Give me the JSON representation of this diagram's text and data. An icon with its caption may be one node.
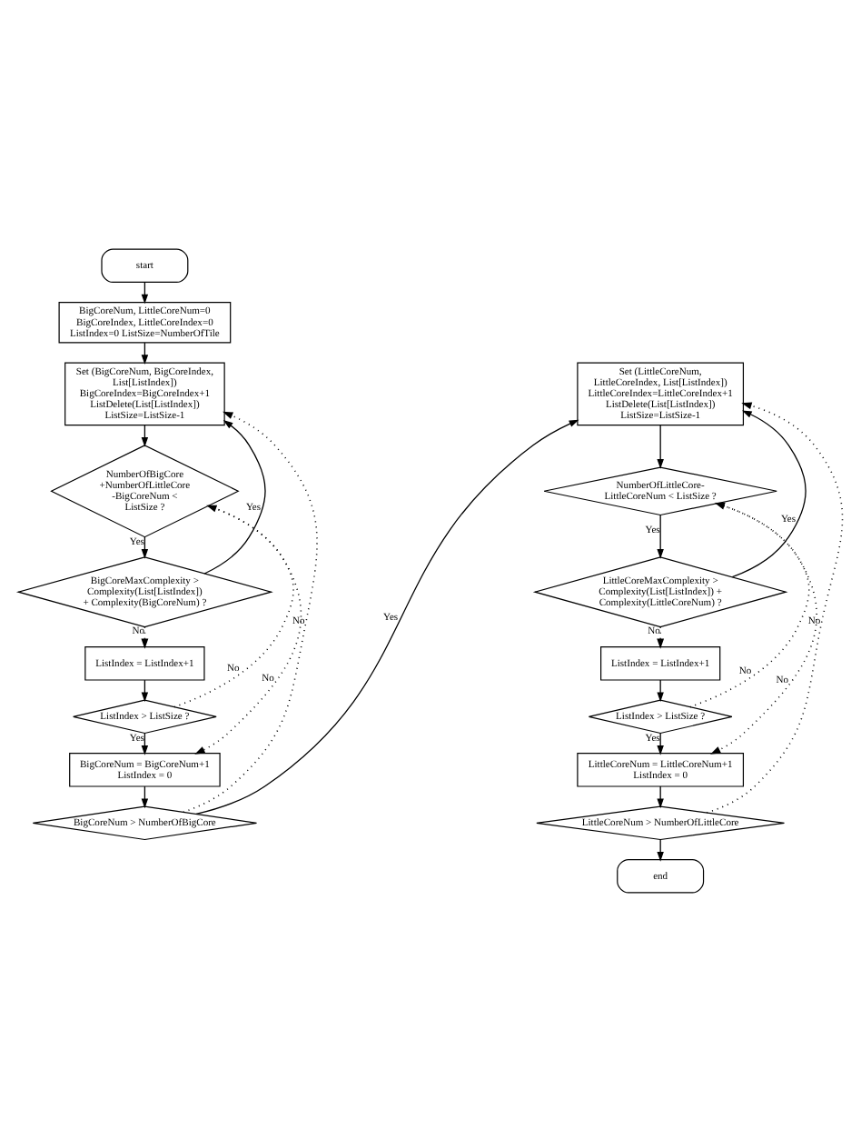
{
  "diagram": {
    "nodes": [
      {
        "text": [
          "start"
        ]
      },
      {
        "text": [
          "BigCoreNum, LittleCoreNum=0 BigCoreIndex, LittleCoreIndex=0 ListIndex=0 ListSize=NumberOfTile"
        ]
      },
      {
        "text": [
          "Set (BigCoreNum, BigCoreIndex, List[ListIndex]) BigCoreIndex=BigCoreIndex+1 ListDelete(List[ListIndex]) ListSize=ListSize-1"
        ]
      },
      {
        "text": [
          "NumberOfBigCore +NumberOfLittleCore -BigCoreNum < ListSize ?"
        ]
      },
      {
        "text": [
          "BigCoreMaxComplexity > Complexity(List[ListIndex]) + Complexity(BigCoreNum) ?"
        ]
      },
      {
        "text": [
          "ListIndex = ListIndex+1"
        ]
      },
      {
        "text": [
          "ListIndex > ListSize ?"
        ]
      },
      {
        "text": [
          "BigCoreNum = BigCoreNum+1 ListIndex = 0"
        ]
      },
      {
        "text": [
          "BigCoreNum > NumberOfBigCore"
        ]
      },
      {
        "text": [
          "Set (LittleCoreNum, LittleCoreIndex, List[ListIndex]) LittleCoreIndex=LittleCoreIndex+1 ListDelete(List[ListIndex]) ListSize=ListSize-1"
        ]
      },
      {
        "text": [
          "NumberOfLittleCore-LittleCoreNum < ListSize ?"
        ]
      },
      {
        "text": [
          "LittleCoreMaxComplexity > Complexity(List[ListIndex]) + Complexity(LittleCoreNum) ?"
        ]
      },
      {
        "text": [
          "ListIndex = ListIndex+1"
        ]
      },
      {
        "text": [
          "ListIndex > ListSize ?"
        ]
      },
      {
        "text": [
          "LittleCoreNum = LittleCoreNum+1 ListIndex = 0"
        ]
      },
      {
        "text": [
          "LittleCoreNum > NumberOfLittleCore"
        ]
      },
      {
        "text": [
          "end"
        ]
      }
    ],
    "edges": [
      {
        "from": 0,
        "to": 1,
        "arrow": "to"
      },
      {
        "from": 1,
        "to": 2,
        "arrow": "to"
      },
      {
        "from": 2,
        "to": 3,
        "arrow": "to"
      },
      {
        "from": 3,
        "to": 4,
        "arrow": "to",
        "label": "Yes"
      },
      {
        "from": 3,
        "to": 7,
        "arrow": "to",
        "label": "No",
        "style": "dashed"
      },
      {
        "from": 4,
        "to": 2,
        "arrow": "to",
        "label": "Yes"
      },
      {
        "from": 4,
        "to": 5,
        "arrow": "to",
        "label": "No",
        "style": "dashed"
      },
      {
        "from": 5,
        "to": 6,
        "arrow": "to"
      },
      {
        "from": 6,
        "to": 3,
        "arrow": "to",
        "label": "No",
        "style": "dashed"
      },
      {
        "from": 6,
        "to": 7,
        "arrow": "to",
        "label": "Yes"
      },
      {
        "from": 7,
        "to": 8,
        "arrow": "to"
      },
      {
        "from": 8,
        "to": 2,
        "arrow": "to",
        "label": "No",
        "style": "dashed"
      },
      {
        "from": 8,
        "to": 9,
        "arrow": "to",
        "label": "Yes"
      },
      {
        "from": 9,
        "to": 10,
        "arrow": "to"
      },
      {
        "from": 10,
        "to": 11,
        "arrow": "to",
        "label": "Yes"
      },
      {
        "from": 10,
        "to": 14,
        "arrow": "to",
        "label": "No",
        "style": "dashed"
      },
      {
        "from": 11,
        "to": 9,
        "arrow": "to",
        "label": "Yes"
      },
      {
        "from": 11,
        "to": 12,
        "arrow": "to",
        "label": "No",
        "style": "dashed"
      },
      {
        "from": 12,
        "to": 13,
        "arrow": "to"
      },
      {
        "from": 13,
        "to": 10,
        "arrow": "to",
        "label": "No",
        "style": "dashed"
      },
      {
        "from": 13,
        "to": 14,
        "arrow": "to",
        "label": "Yes"
      },
      {
        "from": 14,
        "to": 15,
        "arrow": "to"
      },
      {
        "from": 15,
        "to": 9,
        "arrow": "to",
        "label": "No",
        "style": "dashed"
      },
      {
        "from": 15,
        "to": 16,
        "arrow": "to"
      }
    ]
  }
}
